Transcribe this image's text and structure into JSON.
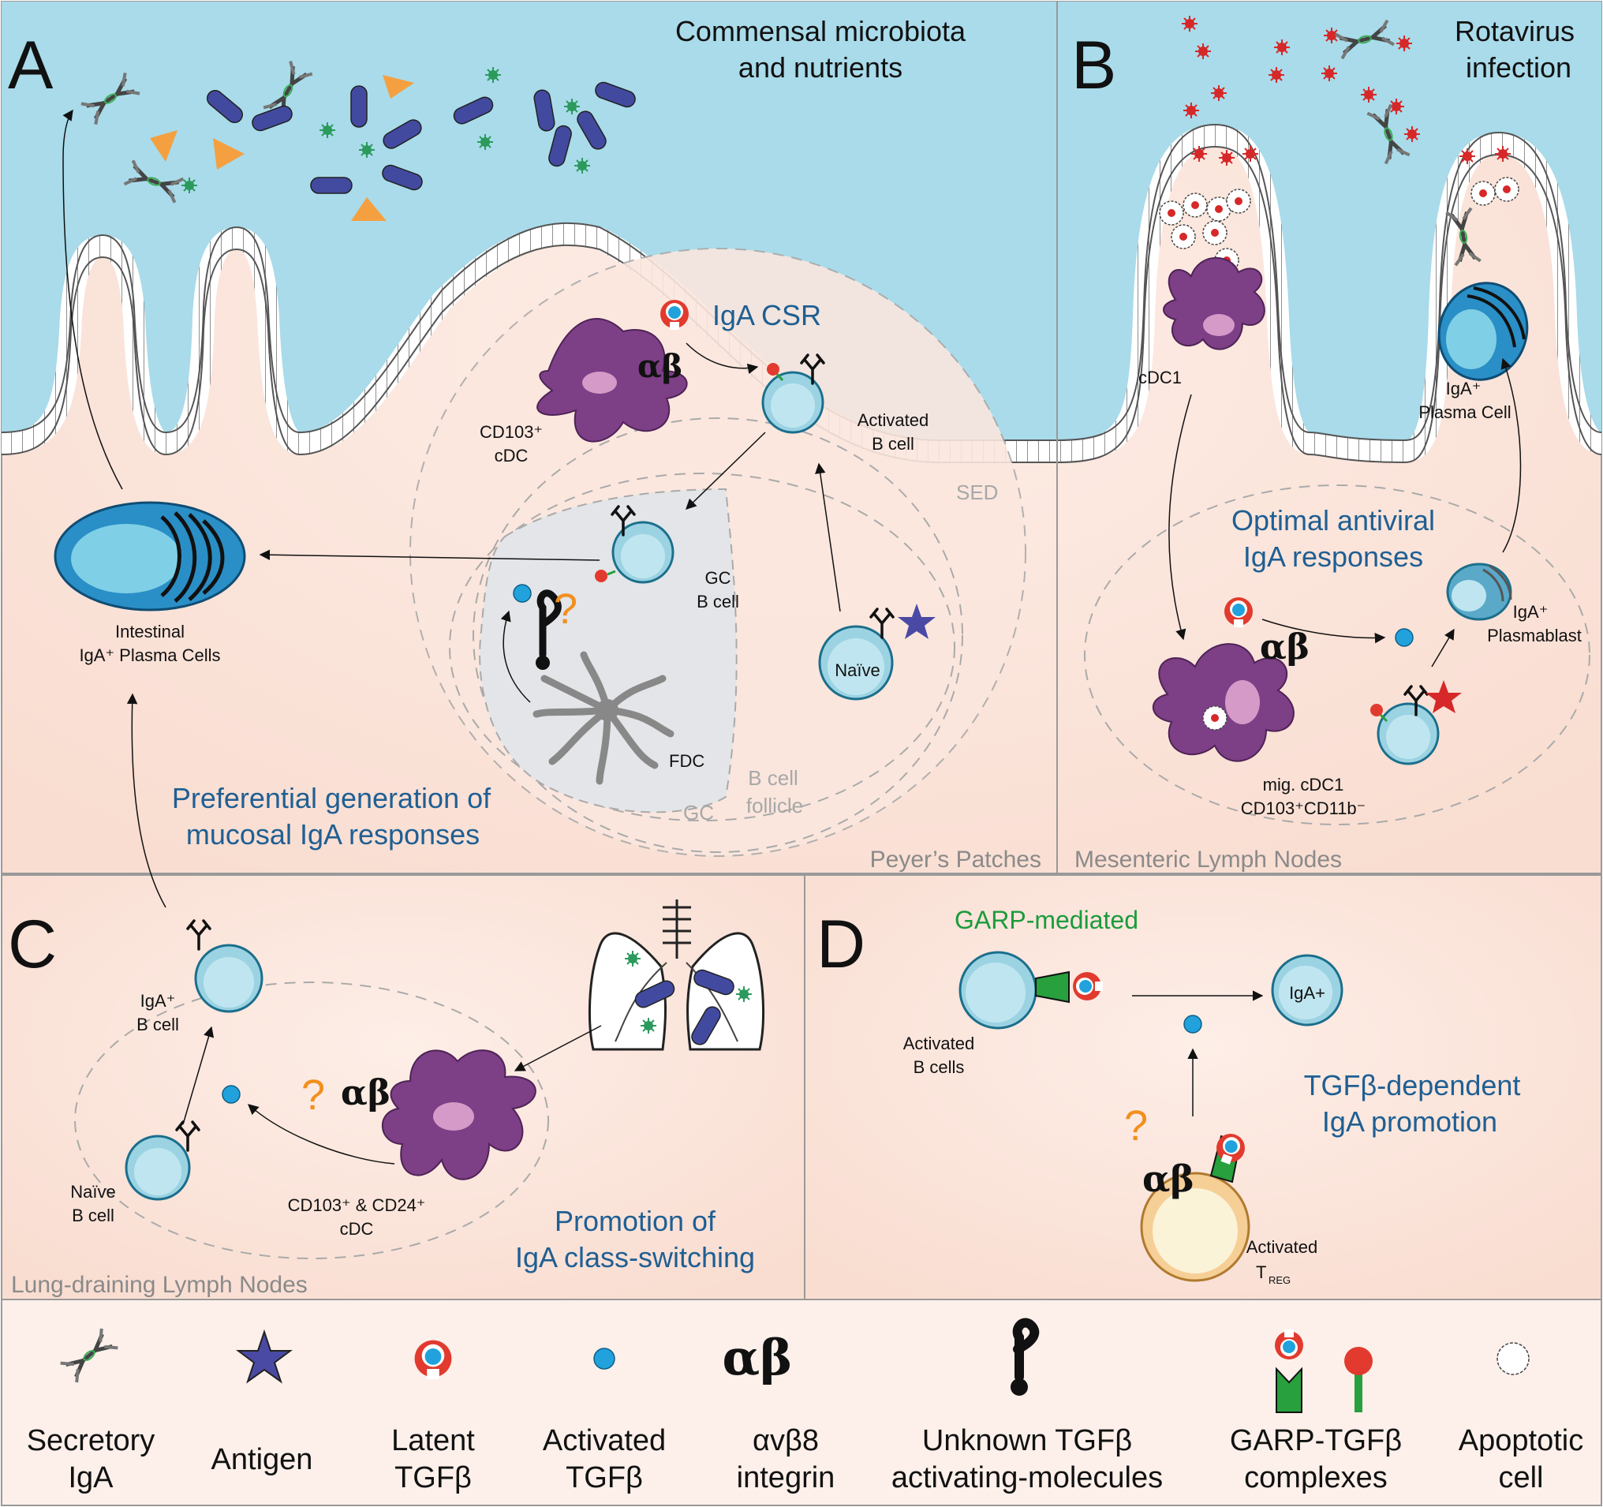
{
  "colors": {
    "lumen": "#a9dbea",
    "tissue": "#fbe5dc",
    "legend_bg": "#fdf0ea",
    "bcell": "#9cd3e3",
    "bcell_nucleus": "#bfe6f0",
    "plasma": "#2a8fc6",
    "dc": "#7d3f86",
    "dc_nucleus": "#d59ac7",
    "treg": "#f6cf97",
    "garp": "#27a03d",
    "latent_red": "#e23a2e",
    "tgfb_blue": "#21a2dc",
    "antigen": "#4a4aa5",
    "bacteria": "#424aa0",
    "triangle": "#f5a040",
    "green_dot": "#2b9a5c",
    "question": "#f28f1e"
  },
  "panels": {
    "A": {
      "letter": "A",
      "lumen_label_1": "Commensal microbiota",
      "lumen_label_2": "and nutrients",
      "csr": "IgA CSR",
      "cdc_1": "CD103⁺",
      "cdc_2": "cDC",
      "activated_1": "Activated",
      "activated_2": "B cell",
      "gc_1": "GC",
      "gc_2": "B cell",
      "plasma_1": "Intestinal",
      "plasma_2": "IgA⁺ Plasma Cells",
      "naive": "Naïve",
      "fdc": "FDC",
      "sed": "SED",
      "gc": "GC",
      "follicle_1": "B cell",
      "follicle_2": "follicle",
      "pref_1": "Preferential generation of",
      "pref_2": "mucosal IgA responses",
      "site": "Peyer’s Patches",
      "question": "?"
    },
    "B": {
      "letter": "B",
      "lumen_label_1": "Rotavirus",
      "lumen_label_2": "infection",
      "cdc1": "cDC1",
      "plasma_1": "IgA⁺",
      "plasma_2": "Plasma Cell",
      "opt_1": "Optimal antiviral",
      "opt_2": "IgA responses",
      "plasmablast_1": "IgA⁺",
      "plasmablast_2": "Plasmablast",
      "mig_1": "mig. cDC1",
      "mig_2": "CD103⁺CD11b⁻",
      "site": "Mesenteric Lymph Nodes"
    },
    "C": {
      "letter": "C",
      "igab_1": "IgA⁺",
      "igab_2": "B cell",
      "naive_1": "Naïve",
      "naive_2": "B cell",
      "cdc_1": "CD103⁺ & CD24⁺",
      "cdc_2": "cDC",
      "promo_1": "Promotion of",
      "promo_2": "IgA class-switching",
      "site": "Lung-draining Lymph Nodes",
      "question": "?"
    },
    "D": {
      "letter": "D",
      "garp": "GARP-mediated",
      "activated_1": "Activated",
      "activated_2": "B cells",
      "iga": "IgA+",
      "tgfb_1": "TGFβ-dependent",
      "tgfb_2": "IgA promotion",
      "treg_1": "Activated",
      "treg_2": "T",
      "treg_sub": "REG",
      "question": "?"
    }
  },
  "integrin_label": "αβ",
  "legend": [
    {
      "line1": "Secretory",
      "line2": "IgA"
    },
    {
      "line1": "Antigen",
      "line2": ""
    },
    {
      "line1": "Latent",
      "line2": "TGFβ"
    },
    {
      "line1": "Activated",
      "line2": "TGFβ"
    },
    {
      "line1": "αvβ8",
      "line2": "integrin"
    },
    {
      "line1": "Unknown TGFβ",
      "line2": "activating-molecules"
    },
    {
      "line1": "GARP-TGFβ",
      "line2": "complexes"
    },
    {
      "line1": "Apoptotic",
      "line2": "cell"
    }
  ]
}
